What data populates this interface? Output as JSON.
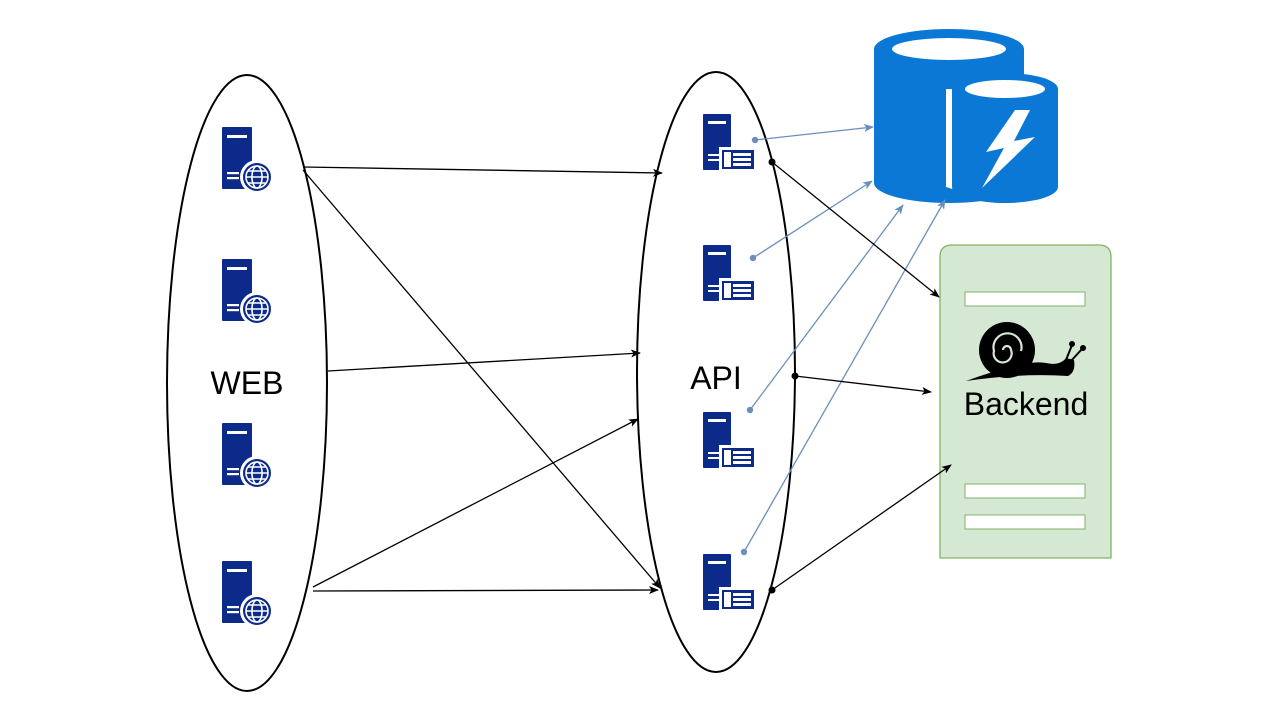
{
  "labels": {
    "web": "WEB",
    "api": "API",
    "backend": "Backend"
  },
  "colors": {
    "server_blue": "#0b2a8a",
    "db_blue": "#0a78d4",
    "backend_fill": "#d5e8d4",
    "backend_stroke": "#82b366",
    "cache_arrow": "#6c8ebf",
    "arrow": "#000000"
  },
  "icons": {
    "web_server": "web-server-icon",
    "api_server": "application-server-icon",
    "database": "database-cylinder-icon",
    "cache": "cache-lightning-icon",
    "backend": "snail-icon"
  }
}
